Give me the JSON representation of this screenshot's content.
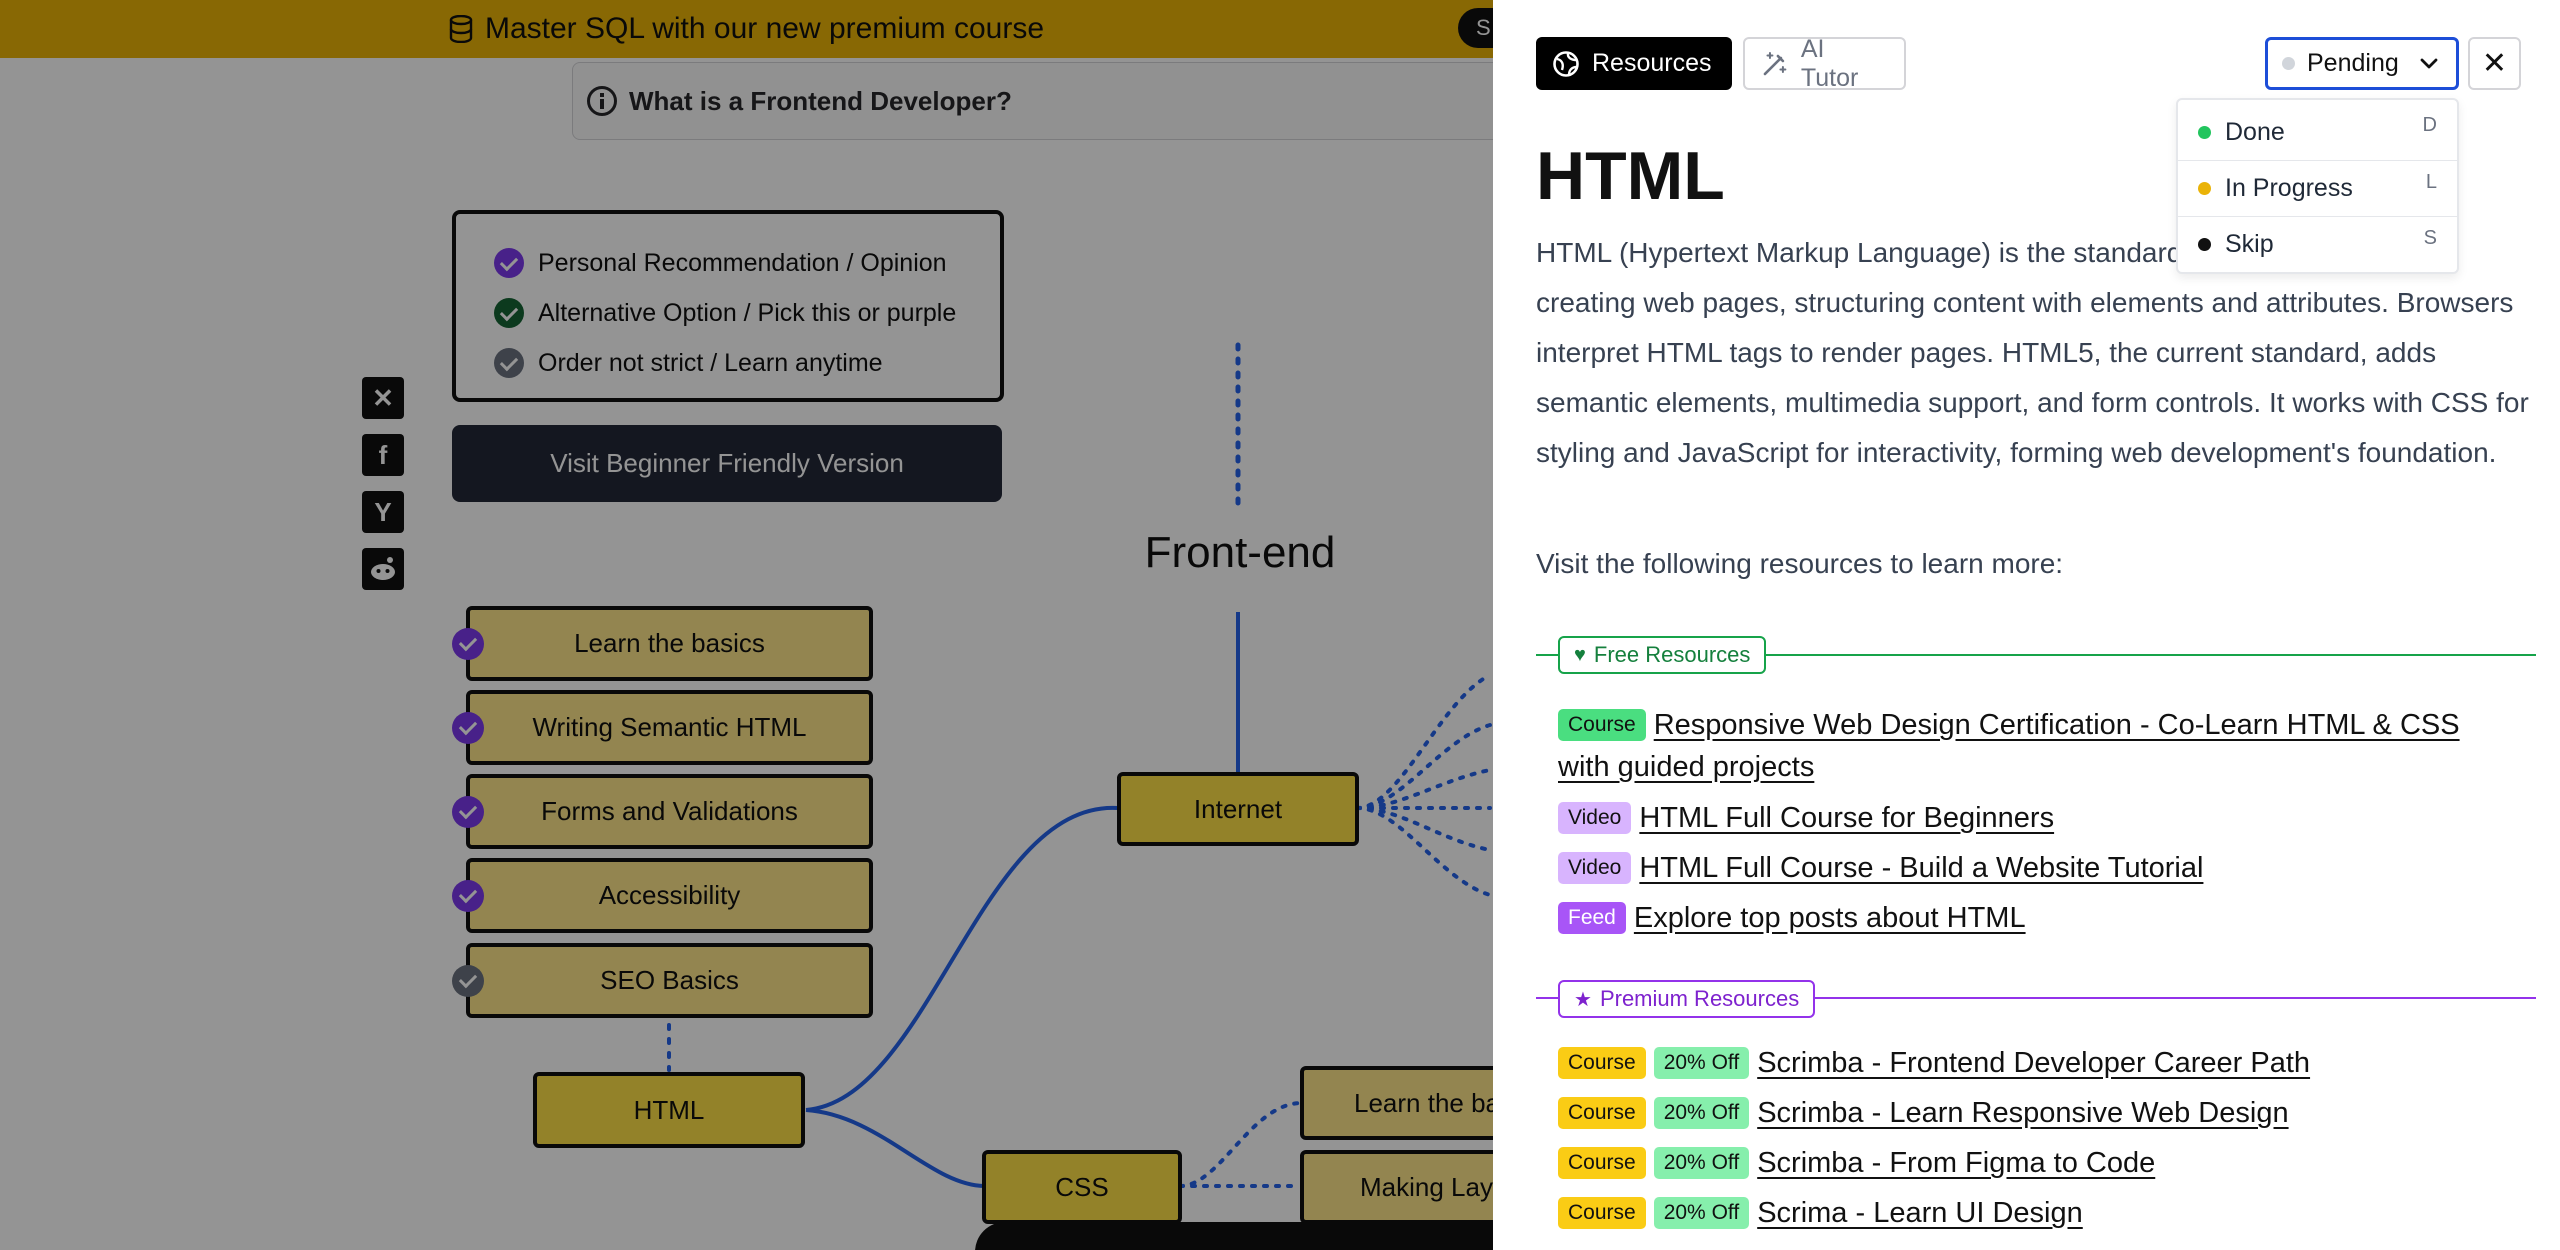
{
  "banner": {
    "text": "Master SQL with our new premium course",
    "cta": "S"
  },
  "faq": {
    "label": "What is a Frontend Developer?"
  },
  "legend": {
    "items": [
      {
        "label": "Personal Recommendation / Opinion",
        "color": "#7c3aed"
      },
      {
        "label": "Alternative Option / Pick this or purple",
        "color": "#166534"
      },
      {
        "label": "Order not strict / Learn anytime",
        "color": "#6b7280"
      }
    ]
  },
  "beginner_button": "Visit Beginner Friendly Version",
  "roadmap": {
    "title": "Front-end",
    "internet": "Internet",
    "html": "HTML",
    "css": "CSS",
    "html_subtopics": [
      "Learn the basics",
      "Writing Semantic HTML",
      "Forms and Validations",
      "Accessibility",
      "SEO Basics"
    ],
    "css_subtopics": [
      "Learn the ba",
      "Making Lay"
    ]
  },
  "drawer": {
    "tabs": {
      "resources": "Resources",
      "ai_tutor": "AI Tutor"
    },
    "status": {
      "current": "Pending",
      "current_color": "#d1d5db"
    },
    "status_menu": [
      {
        "label": "Done",
        "key": "D",
        "color": "#22c55e"
      },
      {
        "label": "In Progress",
        "key": "L",
        "color": "#eab308"
      },
      {
        "label": "Skip",
        "key": "S",
        "color": "#111111"
      }
    ],
    "title": "HTML",
    "description": "HTML (Hypertext Markup Language) is the standard markup language for creating web pages, structuring content with elements and attributes. Browsers interpret HTML tags to render pages. HTML5, the current standard, adds semantic elements, multimedia support, and form controls. It works with CSS for styling and JavaScript for interactivity, forming web development's foundation.",
    "resources_intro": "Visit the following resources to learn more:",
    "free_label": "Free Resources",
    "premium_label": "Premium Resources",
    "free_resources": [
      {
        "type": "Course",
        "title": "Responsive Web Design Certification - Co-Learn HTML & CSS with guided projects"
      },
      {
        "type": "Video",
        "title": "HTML Full Course for Beginners"
      },
      {
        "type": "Video",
        "title": "HTML Full Course - Build a Website Tutorial"
      },
      {
        "type": "Feed",
        "title": "Explore top posts about HTML"
      }
    ],
    "premium_resources": [
      {
        "type": "Course",
        "discount": "20% Off",
        "title": "Scrimba - Frontend Developer Career Path"
      },
      {
        "type": "Course",
        "discount": "20% Off",
        "title": "Scrimba - Learn Responsive Web Design"
      },
      {
        "type": "Course",
        "discount": "20% Off",
        "title": "Scrimba - From Figma to Code"
      },
      {
        "type": "Course",
        "discount": "20% Off",
        "title": "Scrima - Learn UI Design"
      }
    ]
  }
}
